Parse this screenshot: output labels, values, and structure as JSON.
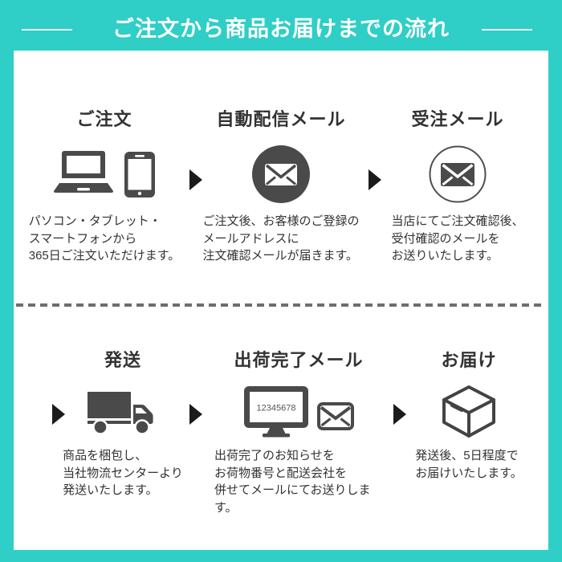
{
  "header": {
    "title": "ご注文から商品お届けまでの流れ"
  },
  "colors": {
    "accent_teal": "#2fcec6",
    "icon_gray": "#4a4a4a",
    "text_dark": "#333333",
    "arrow_black": "#1b1b1b",
    "divider_gray": "#6e6e6e"
  },
  "steps_top": [
    {
      "title": "ご注文",
      "icon": "laptop-smartphone",
      "description": "パソコン・タブレット・\nスマートフォンから\n365日ご注文いただけます。"
    },
    {
      "title": "自動配信メール",
      "icon": "mail-filled-circle",
      "description": "ご注文後、お客様のご登録の\nメールアドレスに\n注文確認メールが届きます。"
    },
    {
      "title": "受注メール",
      "icon": "mail-outlined-circle",
      "description": "当店にてご注文確認後、\n受付確認のメールを\nお送りいたします。"
    }
  ],
  "steps_bottom": [
    {
      "title": "発送",
      "icon": "delivery-truck",
      "description": "商品を梱包し、\n当社物流センターより\n発送いたします。"
    },
    {
      "title": "出荷完了メール",
      "icon": "monitor-and-mail",
      "monitor_number": "12345678",
      "description": "出荷完了のお知らせを\nお荷物番号と配送会社を\n併せてメールにてお送りします。"
    },
    {
      "title": "お届け",
      "icon": "package-box",
      "description": "発送後、5日程度で\nお届けいたします。"
    }
  ]
}
